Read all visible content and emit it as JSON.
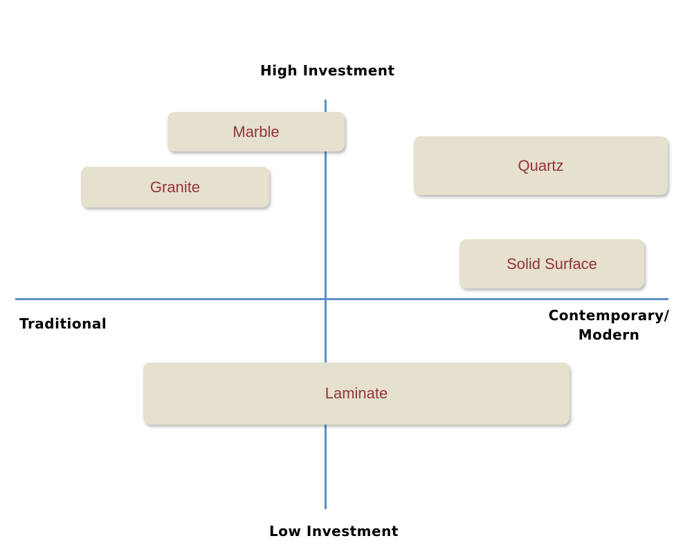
{
  "axes": {
    "top": "High Investment",
    "bottom": "Low Investment",
    "left": "Traditional",
    "right": "Contemporary/ Modern"
  },
  "colors": {
    "axis": "#5b8ec2",
    "box_fill": "#e6e0cf",
    "box_text": "#913335"
  },
  "materials": [
    {
      "label": "Marble"
    },
    {
      "label": "Granite"
    },
    {
      "label": "Quartz"
    },
    {
      "label": "Solid Surface"
    },
    {
      "label": "Laminate"
    }
  ]
}
